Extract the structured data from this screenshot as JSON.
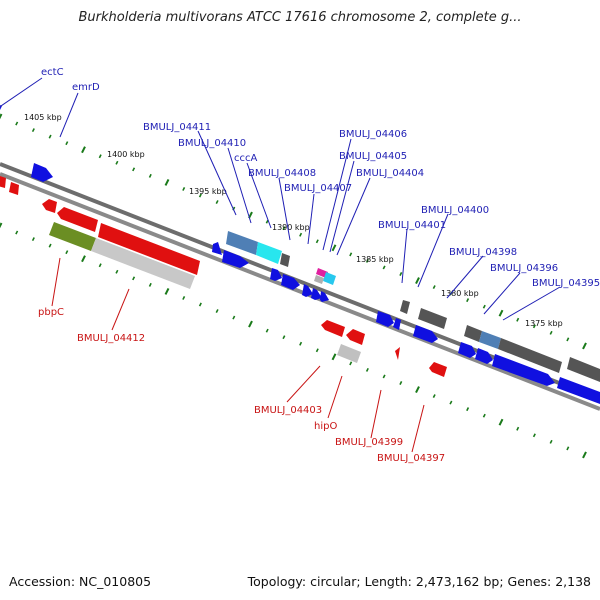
{
  "title": "Burkholderia multivorans ATCC 17616 chromosome 2, complete g...",
  "footer": {
    "accession": "Accession: NC_010805",
    "topology": "Topology: circular; Length: 2,473,162 bp; Genes: 2,138"
  },
  "scale_labels": [
    "1405 kbp",
    "1400 kbp",
    "1395 kbp",
    "1390 kbp",
    "1385 kbp",
    "1380 kbp",
    "1375 kbp"
  ],
  "forward_labels": [
    "ectC",
    "emrD",
    "BMULJ_04411",
    "BMULJ_04410",
    "cccA",
    "BMULJ_04408",
    "BMULJ_04407",
    "BMULJ_04406",
    "BMULJ_04405",
    "BMULJ_04404",
    "BMULJ_04401",
    "BMULJ_04400",
    "BMULJ_04398",
    "BMULJ_04396",
    "BMULJ_04395"
  ],
  "reverse_labels": [
    "pbpC",
    "BMULJ_04412",
    "BMULJ_04403",
    "hipO",
    "BMULJ_04399",
    "BMULJ_04397"
  ],
  "colors": {
    "forward_label": "#1f1fb4",
    "reverse_label": "#c81414",
    "forward_gene": "#1010e0",
    "reverse_gene": "#e01010",
    "backbone": "#7a7a7a",
    "tick": "#1a7a1a"
  }
}
